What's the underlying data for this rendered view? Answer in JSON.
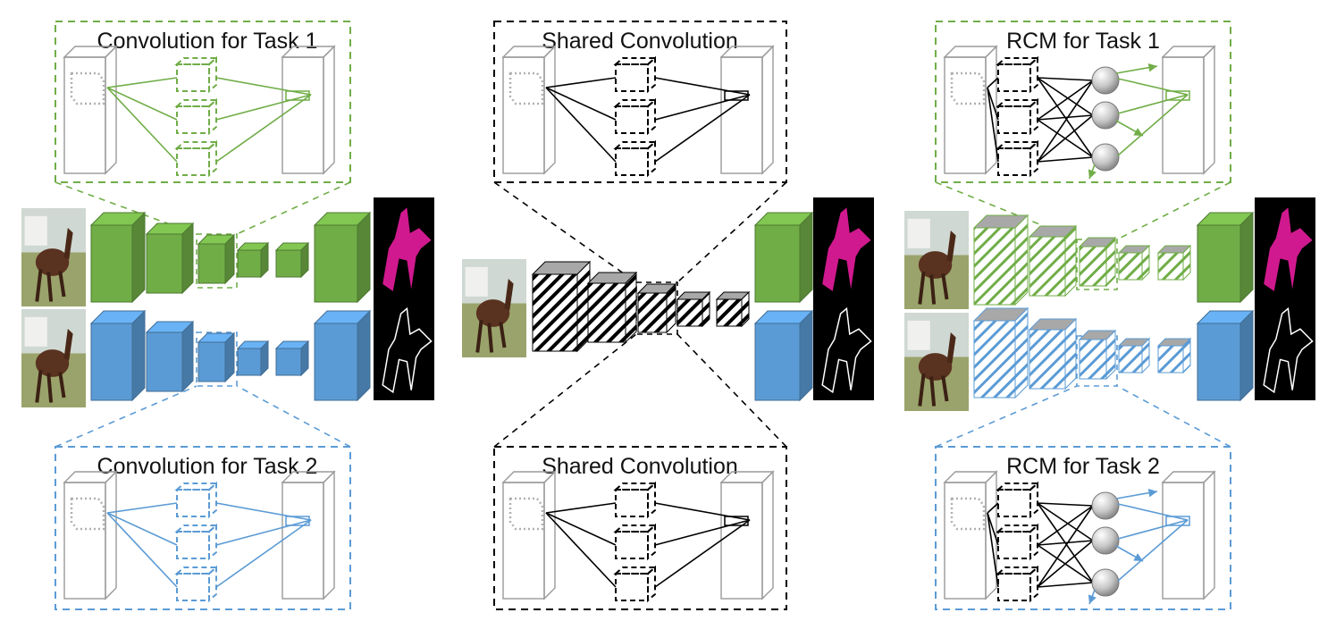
{
  "panels": {
    "conv_task1": {
      "title": "Convolution for Task 1"
    },
    "conv_task2": {
      "title": "Convolution for Task 2"
    },
    "shared_top": {
      "title": "Shared Convolution"
    },
    "shared_bottom": {
      "title": "Shared Convolution"
    },
    "rcm_task1": {
      "title": "RCM for Task 1"
    },
    "rcm_task2": {
      "title": "RCM for Task 2"
    }
  },
  "colors": {
    "task1": "#70ad47",
    "task2": "#5b9bd5",
    "shared": "#000000",
    "seg_mask": "#d1198f"
  },
  "icons": [
    "horse-photo",
    "segmentation-mask",
    "edge-map",
    "neuron-sphere"
  ]
}
